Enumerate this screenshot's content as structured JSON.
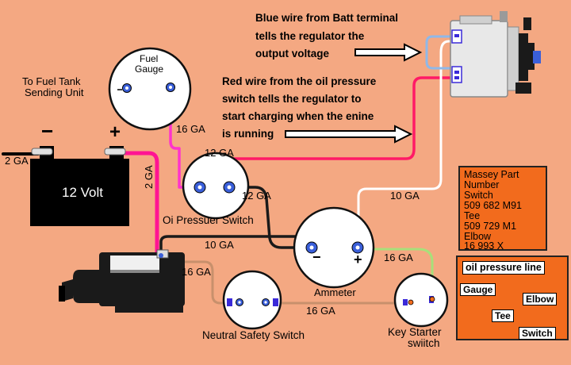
{
  "notes": {
    "blue_wire": [
      "Blue wire from Batt terminal",
      "tells the regulator the",
      "output voltage"
    ],
    "red_wire": [
      "Red wire from the oil pressure",
      "switch tells the regulator to",
      "start charging when the enine",
      "is running"
    ]
  },
  "components": {
    "fuel_gauge": [
      "Fuel",
      "Gauge"
    ],
    "fuel_tank": [
      "To Fuel Tank",
      "Sending Unit"
    ],
    "battery": "12 Volt",
    "battery_neg": "−",
    "battery_pos": "+",
    "oil_switch": "Oi  Pressuer Switch",
    "ammeter": "Ammeter",
    "ammeter_neg": "−",
    "ammeter_pos": "+",
    "neutral_switch": "Neutral Safety Switch",
    "key_switch": [
      "Key Starter",
      "swiitch"
    ]
  },
  "gauges": {
    "batt_ground": "2 GA",
    "batt_pos": "2 GA",
    "fuel_to_oil": "16 GA",
    "oil_to_regulator": "12 GA",
    "oil_to_ammeter": "12 GA",
    "starter_to_ammeter": "10 GA",
    "ammeter_to_regulator": "10 GA",
    "starter_to_neutral": "16 GA",
    "neutral_to_key": "16 GA",
    "ammeter_to_key": "16 GA"
  },
  "parts": {
    "lines": [
      "Massey Part",
      "Number",
      "Switch",
      "509 682 M91",
      "Tee",
      "509 729 M1",
      "Elbow",
      "16 993 X"
    ]
  },
  "oil_line": {
    "title": "oil pressure line",
    "gauge": "Gauge",
    "elbow": "Elbow",
    "tee": "Tee",
    "switch": "Switch"
  }
}
